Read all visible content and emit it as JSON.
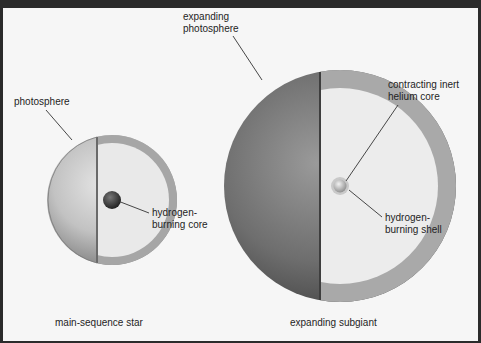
{
  "diagram": {
    "labels": [
      "expanding photosphere",
      "photosphere",
      "contracting inert helium core",
      "hydrogen-burning core",
      "hydrogen-burning shell",
      "main-sequence star",
      "expanding subgiant"
    ]
  }
}
